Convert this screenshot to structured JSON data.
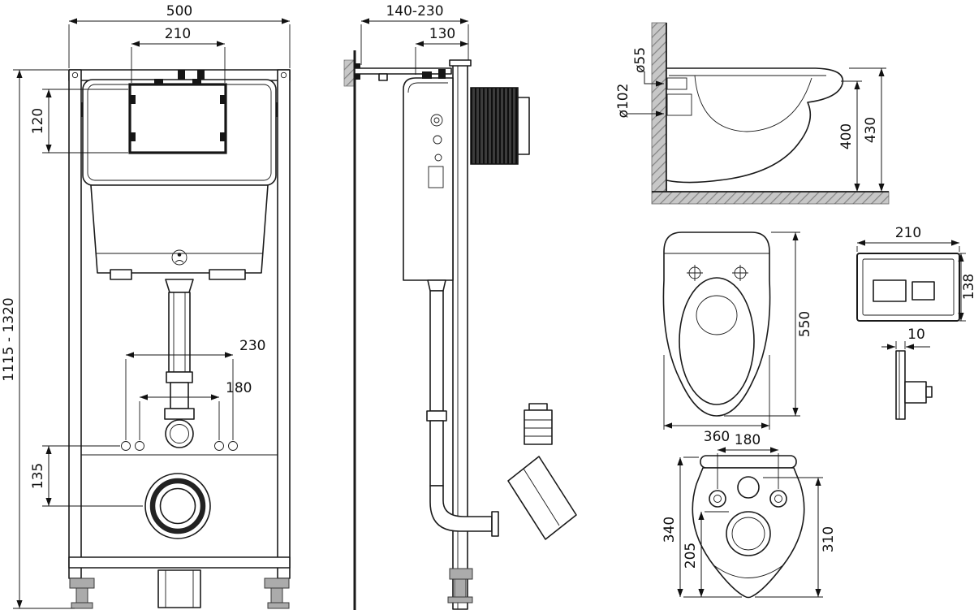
{
  "views": {
    "frame_front": {
      "dims": {
        "width": "500",
        "service_width": "210",
        "height_range": "1115 - 1320",
        "service_height": "120",
        "offset_230": "230",
        "offset_180": "180",
        "drain_height": "135"
      }
    },
    "frame_side": {
      "dims": {
        "depth_range": "140-230",
        "frame_depth": "130"
      }
    },
    "bowl_side": {
      "dims": {
        "flush_pipe_dia": "ø55",
        "outlet_dia": "ø102",
        "outlet_height": "400",
        "bowl_height": "430"
      }
    },
    "bowl_top": {
      "dims": {
        "length": "550",
        "width": "360"
      }
    },
    "flush_plate": {
      "dims": {
        "width": "210",
        "height": "138",
        "thickness": "10"
      }
    },
    "bowl_back": {
      "dims": {
        "fixing_spacing": "180",
        "height_total": "340",
        "height_205": "205",
        "height_310": "310"
      }
    }
  }
}
